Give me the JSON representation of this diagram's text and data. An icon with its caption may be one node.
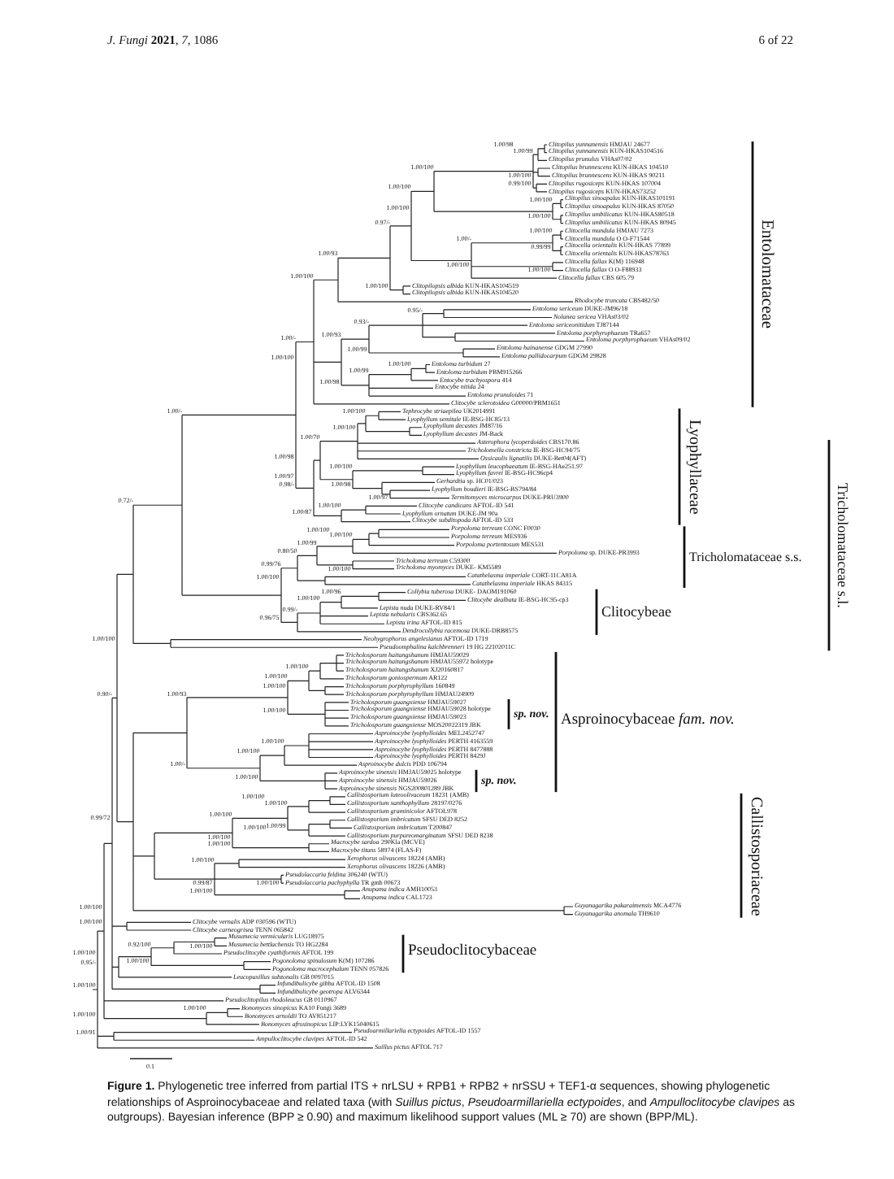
{
  "diagram": {
    "caption": "**Figure 1.** Phylogenetic tree inferred from partial ITS + nrLSU + RPB1 + RPB2 + nrSSU + TEF1-α sequences, showing phylogenetic relationships of Asproinocybaceae and related taxa (with *Suillus pictus*, *Pseudoarmillariella ectypoides*, and *Ampulloclitocybe clavipes* as outgroups). Bayesian inference (BPP ≥ 0.90) and maximum likelihood support values (ML ≥ 70) are shown (BPP/ML).",
    "labels": [
      "*J. Fungi* **2021**, *7*, 1086",
      "6 of 22",
      "*Clitopilus yunnanensis* HMJAU 24677",
      "*Clitopilus yunnanensis* KUN-HKAS104516",
      "*Clitopilus prunulus* VHAs07/02",
      "*Clitopilus brunnescens* KUN-HKAS 104510",
      "*Clitopilus brunnescens* KUN-HKAS 90211",
      "*Clitopilus rugosiceps* KUN-HKAS 107004",
      "*Clitopilus rugosiceps* KUN-HKAS73252",
      "*Clitopilus sinoapalus* KUN-HKAS101191",
      "*Clitopilus sinoapalus* KUN-HKAS 87050",
      "*Clitopilus umbilicatus* KUN-HKAS80518",
      "*Clitopilus umbilicatus* KUN-HKAS 80945",
      "*Clitocella mundula* HMJAU 7273",
      "*Clitocella mundula* O O-F71544",
      "*Clitocella orientalis* KUN-HKAS 77899",
      "*Clitocella orientalis* KUN-HKAS78763",
      "*Clitocella fallax* K(M) 116948",
      "*Clitocella fallax* O O-F88933",
      "*Clitocella fallax* CBS 605.79",
      "*Clitopilopsis albida* KUN-HKAS104519",
      "*Clitopilopsis albida* KUN-HKAS104520",
      "*Rhodocybe truncata* CBS482/50",
      "*Entoloma sericeum* DUKE-JM96/18",
      "*Nolanea sericea* VHAs03/02",
      "*Entoloma sericeonitidum* TJ87144",
      "*Entoloma porphyrophaeum* TRa657",
      "*Entoloma porphyrophaeum* VHAs09/02",
      "*Entoloma hainanense* GDGM 27990",
      "*Entoloma pallidocarpum* GDGM 29828",
      "*Entoloma turbidum* 27",
      "*Entoloma turbidum* PBM915266",
      "*Entocybe trachyospora* 414",
      "*Entocybe nitida* 24",
      "*Entoloma prunuloides* 71",
      "*Clitocybe sclerotoidea* G00000/PBM1651",
      "*Tephrocybe striaepilea* UK2014991",
      "*Lyophyllum semitale* IE-BSG-HC85/13",
      "*Lyophyllum decastes* JM87/16",
      "*Lyophyllum decastes* JM-Back",
      "*Asterophora lycoperdoides* CBS170.86",
      "*Tricholomella constricta* IE-BSG-HC94/75",
      "*Ossicaulis lignatilis* DUKE-Bet04(AFT)",
      "*Lyophyllum leucophaeatum* IE-BSG-HAe251.97",
      "*Lyophyllum favrei* IE-BSG-HC96cp4",
      "*Gerhardtia* sp. HC01/023",
      "*Lyophyllum boudieri* IE-BSG-BS794/84",
      "*Termitomyces microcarpus* DUKE-PRU3900",
      "*Clitocybe candicans* AFTOL-ID 541",
      "*Lyophyllum ornatum* DUKE-JM 90a",
      "*Clitocybe subditopoda* AFTOL-ID 533",
      "*Porpoloma terreum* CONC F0030",
      "*Porpoloma terreum* MES936",
      "*Porpoloma portentosum* MES531",
      "*Porpoloma* sp. DUKE-PR3993",
      "*Tricholoma terreum* C59300",
      "*Tricholoma myomyces* DUKE- KM5589",
      "*Catathelasma imperiale* CORT-11CA81A",
      "*Catathelasma imperiale* HKAS 84315",
      "*Collybia tuberosa* DUKE- DAOM191060",
      "*Clitocybe dealbata* IE-BSG-HC95-cp3",
      "*Lepista nuda* DUKE-RV84/1",
      "*Lepista nebularis* CBS362.65",
      "*Lepista irina* AFTOL-ID 815",
      "*Dendrocollybia racemosa* DUKE-DRB8575",
      "*Neohygrophorus angelesianus* AFTOL-ID 1719",
      "*Pseudoomphalina kalchbrenneri* 19 HG 22102011C",
      "*Tricholosporum haitangshanum* HMJAU59029",
      "*Tricholosporum haitangshanum* HMJAU55972 holotype",
      "*Tricholosporum haitangshanum* XJ20160817",
      "*Tricholosporum goniospermum* AR122",
      "*Tricholosporum porphyrophyllum* 160849",
      "*Tricholosporum porphyrophyllum* HMJAU24909",
      "*Tricholosporum guangxiense* HMJAU59027",
      "*Tricholosporum guangxiense* HMJAU59028 holotype",
      "*Tricholosporum guangxiense* HMJAU59023",
      "*Tricholosporum guangxiense* MOS20022319 JBK",
      "*Asproinocybe lyophylloides* MEL2452747",
      "*Asproinocybe lyophylloides* PERTH 4163559",
      "*Asproinocybe lyophylloides* PERTH 8477888",
      "*Asproinocybe lyophylloides* PERTH 8429J",
      "*Asproinocybe dulcis* PDD 106794",
      "*Asproinocybe sinensis* HMJAU59025 holotype",
      "*Asproinocybe sinensis* HMJAU59026",
      "*Asproinocybe sinensis* NGS200801289 JBK",
      "*Callistosporium luteoolivaceum* 18231 (AMB)",
      "*Callistosporium xanthophyllum* 28197/0276",
      "*Callistosporium graminicolor* AFTOL978",
      "*Callistosporium imbricatum* SFSU DED 8252",
      "*Callistosporium imbricatum* T200847",
      "*Callistosporium purpureomarginatum* SFSU DED 8238",
      "*Macrocybe sardoa* 290Kla (MCVE)",
      "*Macrocybe titans* 58974 (FLAS-F)",
      "*Xerophorus olivascens* 18224 (AMB)",
      "*Xerophorus olivascens* 18226 (AMB)",
      "*Pseudolaccaria feldina* 306240 (WTU)",
      "*Pseudolaccaria pachyphylla* TR gmb 00673",
      "*Anupama indica* AMH10053",
      "*Anupama indica* CAL1723",
      "*Guyanagarika pakaraimensis* MCA4776",
      "*Guyanagarika anomala* TH9610",
      "*Clitocybe vernalis* ADP 030596 (WTU)",
      "*Clitocybe carneogrisea* TENN 065842",
      "*Musumecia vermicularis* LUG18975",
      "*Musumecia bettlachensis* TO HG2284",
      "*Pseudoclitocybe cyathiformis* AFTOL 199",
      "*Pogonoloma spinulosum* K(M) 107286",
      "*Pogonoloma macrocephalum* TENN 057826",
      "*Leucopaxillus subzonalis* GB 0097015",
      "*Infundibulicybe gibba* AFTOL-ID 1508",
      "*Infundibulicybe geotropa* ALV6344",
      "*Pseudoclitopilus rhodoleucus* GB 0110967",
      "*Bonomyces sinopicus* KA10 Fungi 3689",
      "*Bonomyces arnoldii* TO AV851217",
      "*Bonomyces afrosinopicus* LIP:LYK15040615",
      "*Pseudoarmillariella ectypoides* AFTOL-ID 1557",
      "*Ampulloclitocybe clavipes* AFTOL-ID 542",
      "*Suillus pictus* AFTOL 717",
      "0.90/-",
      "0.72/-",
      "1.00/-",
      "1.00/-",
      "1.00/100",
      "1.00/93",
      "0.97/-",
      "1.00/100",
      "1.00/100",
      "1.00/99",
      "1.00/98",
      "1.00/100",
      "0.99/100",
      "1.00/100",
      "1.00/100",
      "1.00/100",
      "1.00/100",
      "1.00/-",
      "1.00/100",
      "0.99/99",
      "1.00/100",
      "1.00/100",
      "1.00/100",
      "1.00/93",
      "0.93/-",
      "0.95/-",
      "1.00/99",
      "1.00/98",
      "1.00/99",
      "1.00/100",
      "0.98/-",
      "1.00/98",
      "1.00/70",
      "1.00/100",
      "1.00/100",
      "1.00/97",
      "1.00/100",
      "1.00/98",
      "1.00/97",
      "1.00/87",
      "1.00/100",
      "0.99/76",
      "0.80/50",
      "1.00/99",
      "1.00/100",
      "1.00/100",
      "1.00/100",
      "1.00/100",
      "0.96/75",
      "0.99/-",
      "1.00/100",
      "1.00/96",
      "1.00/100",
      "0.99/72",
      "1.00/93",
      "1.00/100",
      "1.00/100",
      "1.00/100",
      "1.00/100",
      "1.00/-",
      "1.00/100",
      "1.00/100",
      "1.00/100",
      "1.00/100",
      "1.00/100",
      "1.00/100",
      "1.00/100",
      "1.00/99",
      "1.00/100",
      "1.00/100",
      "0.99/87",
      "1.00/100",
      "1.00/100",
      "1.00/100",
      "1.00/100",
      "1.00/100",
      "0.95/-",
      "1.00/100",
      "0.92/100",
      "1.00/100",
      "1.00/100",
      "1.00/100",
      "1.00/100",
      "1.00/100",
      "1.00/91",
      "Entolomataceae",
      "Lyophyllaceae",
      "Tricholomataceae s.s.",
      "Tricholomataceae s.l.",
      "Clitocybeae",
      "sp. nov.",
      "Asproinocybaceae *fam. nov.*",
      "sp. nov.",
      "Callistosporiaceae",
      "Pseudoclitocybaceae",
      "0.1"
    ]
  }
}
